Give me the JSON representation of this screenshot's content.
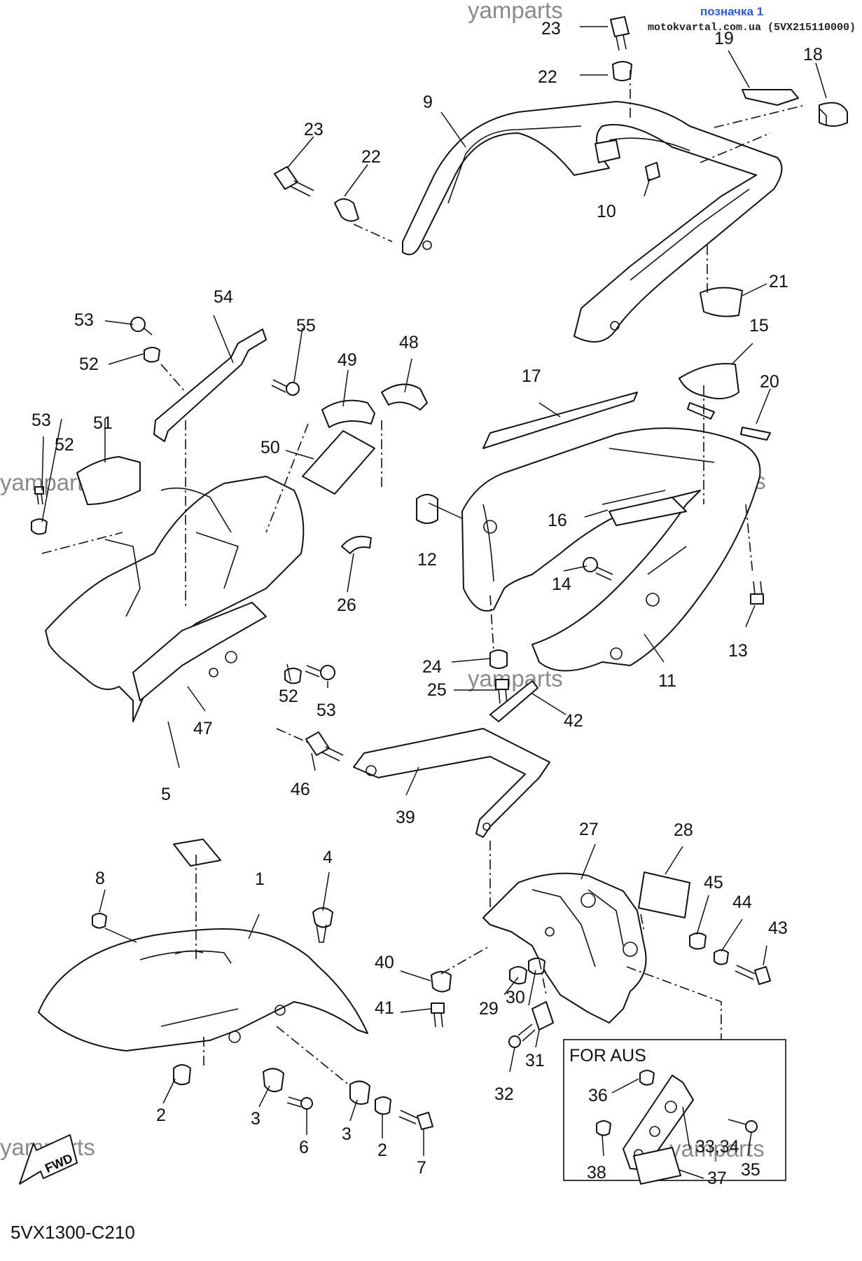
{
  "header": {
    "tag": "позначка 1",
    "source": "motokvartal.com.ua (5VX215110000)"
  },
  "watermark": "yamparts",
  "diagram_code": "5VX1300-C210",
  "fwd_label": "FWD",
  "inset_label": "FOR AUS",
  "callouts": {
    "c1": "1",
    "c2a": "2",
    "c2b": "2",
    "c3a": "3",
    "c3b": "3",
    "c4": "4",
    "c5": "5",
    "c6": "6",
    "c7": "7",
    "c8": "8",
    "c9": "9",
    "c10": "10",
    "c11": "11",
    "c12": "12",
    "c13": "13",
    "c14": "14",
    "c15": "15",
    "c16": "16",
    "c17": "17",
    "c18": "18",
    "c19": "19",
    "c20": "20",
    "c21": "21",
    "c22a": "22",
    "c22b": "22",
    "c23a": "23",
    "c23b": "23",
    "c24": "24",
    "c25": "25",
    "c26": "26",
    "c27": "27",
    "c28": "28",
    "c29": "29",
    "c30": "30",
    "c31": "31",
    "c32": "32",
    "c3334": "33,34",
    "c35": "35",
    "c36": "36",
    "c37": "37",
    "c38": "38",
    "c39": "39",
    "c40": "40",
    "c41": "41",
    "c42": "42",
    "c43": "43",
    "c44": "44",
    "c45": "45",
    "c46": "46",
    "c47": "47",
    "c48": "48",
    "c49": "49",
    "c50": "50",
    "c51": "51",
    "c52a": "52",
    "c52b": "52",
    "c53a": "53",
    "c53b": "53",
    "c53c": "53",
    "c54": "54",
    "c55": "55"
  }
}
